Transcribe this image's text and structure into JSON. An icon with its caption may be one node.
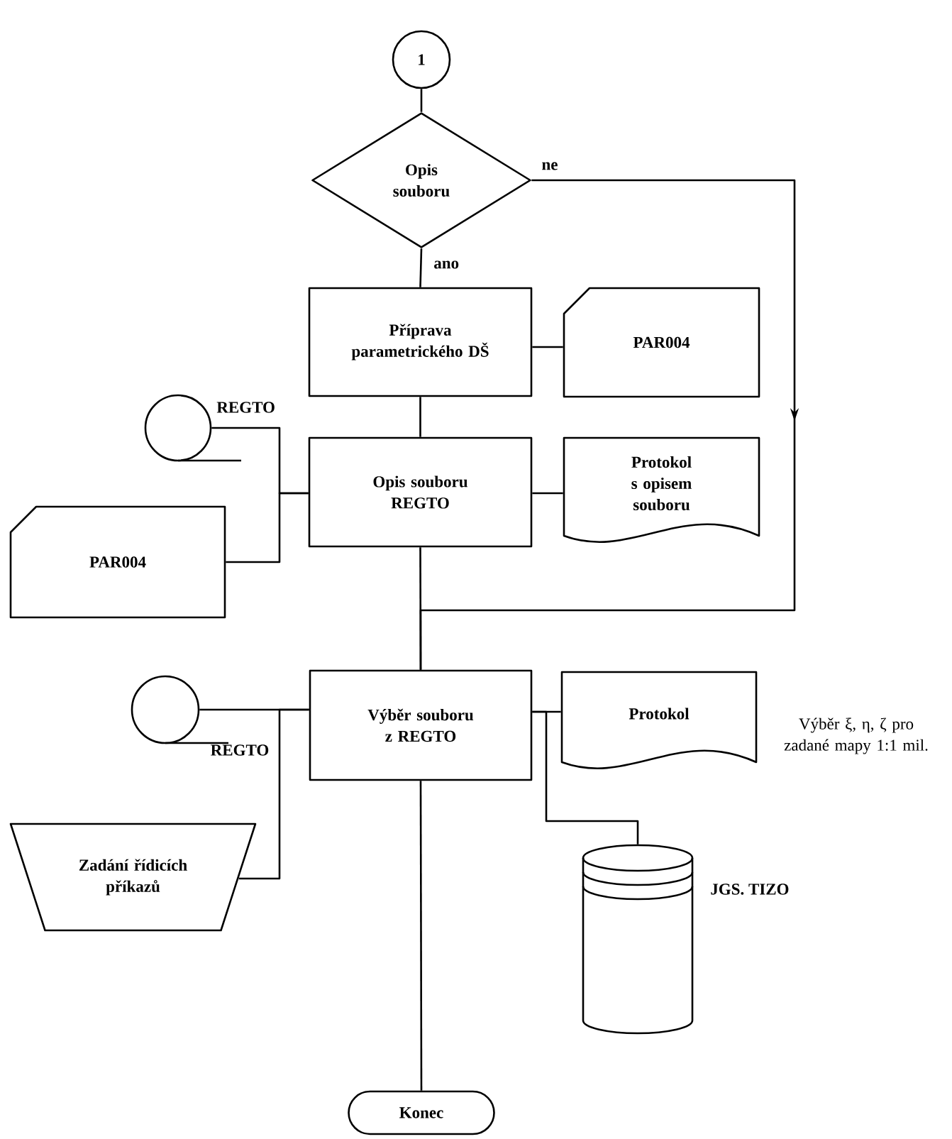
{
  "diagram": {
    "nodes": [
      {
        "text": [
          "1"
        ]
      },
      {
        "text": [
          "Opis souboru"
        ]
      },
      {
        "text": [
          "Příprava parametrického DŠ"
        ]
      },
      {
        "text": [
          "PAR004"
        ]
      },
      {
        "text": [],
        "shape": "circle",
        "beside": [
          "REGTO"
        ]
      },
      {
        "text": [
          "Opis souboru REGTO"
        ]
      },
      {
        "text": [
          "Protokol s opisem souboru"
        ]
      },
      {
        "text": [
          "PAR004"
        ]
      },
      {
        "text": [
          "Výběr souboru z REGTO"
        ]
      },
      {
        "text": [
          "Protokol"
        ],
        "beside": [
          "Výběr ξ, η, ζ pro zadané mapy 1:1 mil."
        ]
      },
      {
        "text": [],
        "shape": "circle",
        "beside": [
          "REGTO"
        ]
      },
      {
        "text": [
          "Zadání řídicích příkazů"
        ]
      },
      {
        "text": [],
        "shape": "cylinder",
        "beside": [
          "JGS. TIZO"
        ]
      },
      {
        "text": [
          "Konec"
        ]
      }
    ],
    "edges": [
      {
        "from": 0,
        "to": 1,
        "arrow": "none"
      },
      {
        "from": 1,
        "to": 2,
        "arrow": "none",
        "label": "ano"
      },
      {
        "from": 1,
        "to": 8,
        "arrow": "to",
        "label": "ne"
      },
      {
        "from": 2,
        "to": 3,
        "arrow": "none"
      },
      {
        "from": 2,
        "to": 5,
        "arrow": "none"
      },
      {
        "from": 4,
        "to": 5,
        "arrow": "none"
      },
      {
        "from": 7,
        "to": 5,
        "arrow": "none"
      },
      {
        "from": 5,
        "to": 6,
        "arrow": "none"
      },
      {
        "from": 5,
        "to": 8,
        "arrow": "none"
      },
      {
        "from": 10,
        "to": 8,
        "arrow": "none"
      },
      {
        "from": 11,
        "to": 8,
        "arrow": "none"
      },
      {
        "from": 8,
        "to": 9,
        "arrow": "none"
      },
      {
        "from": 8,
        "to": 12,
        "arrow": "none"
      },
      {
        "from": 8,
        "to": 13,
        "arrow": "none"
      }
    ]
  }
}
